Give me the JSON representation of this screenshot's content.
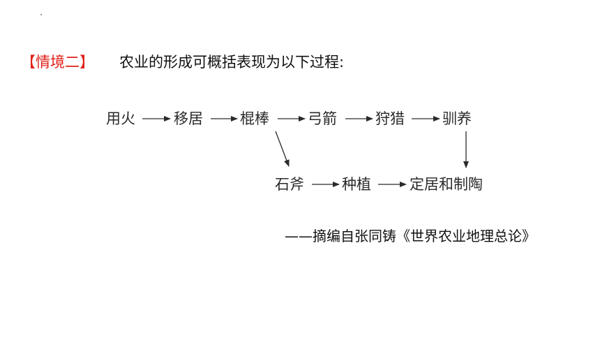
{
  "scenario": {
    "tag": "【情境二】",
    "intro": "农业的形成可概括表现为以下过程:"
  },
  "flow": {
    "nodes": {
      "use_fire": "用火",
      "migrate": "移居",
      "club": "棍棒",
      "bow_arrow": "弓箭",
      "hunting": "狩猎",
      "domestication": "驯养",
      "stone_axe": "石斧",
      "planting": "种植",
      "settle_pottery": "定居和制陶"
    },
    "edges": [
      [
        "use_fire",
        "migrate"
      ],
      [
        "migrate",
        "club"
      ],
      [
        "club",
        "bow_arrow"
      ],
      [
        "bow_arrow",
        "hunting"
      ],
      [
        "hunting",
        "domestication"
      ],
      [
        "club",
        "stone_axe"
      ],
      [
        "domestication",
        "settle_pottery"
      ],
      [
        "stone_axe",
        "planting"
      ],
      [
        "planting",
        "settle_pottery"
      ]
    ]
  },
  "citation": "——摘编自张同铸《世界农业地理总论》",
  "colors": {
    "accent": "#e0211b",
    "text": "#111111",
    "diagram": "#2a2a2a"
  }
}
